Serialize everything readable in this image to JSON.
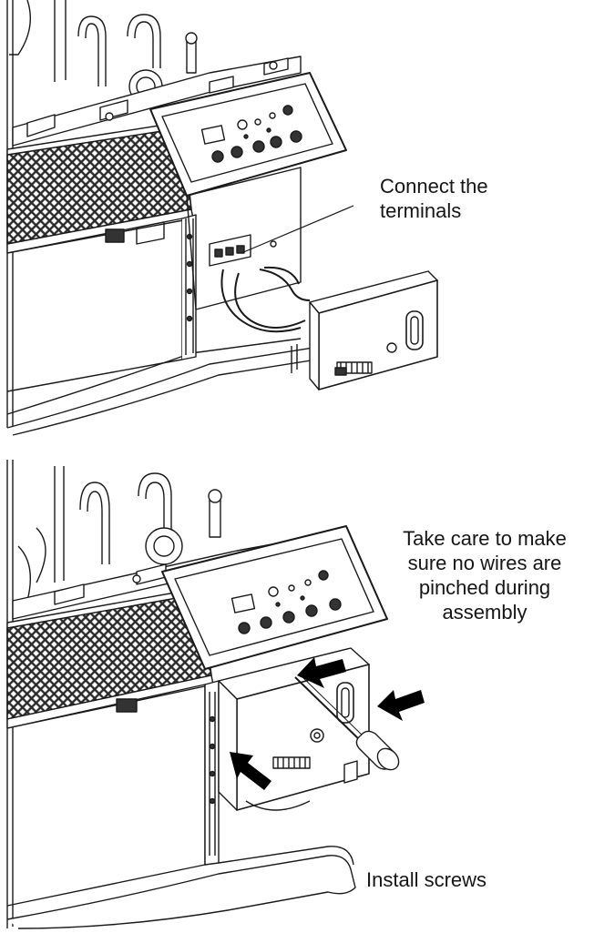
{
  "callouts": {
    "connect_terminals": "Connect the\nterminals",
    "take_care": "Take care to make\nsure no wires are\npinched during\nassembly",
    "install_screws": "Install screws"
  },
  "colors": {
    "line": "#1a1a1a",
    "fill": "#ffffff",
    "shade": "#d9d9d9",
    "dark": "#2a2a2a",
    "arrow": "#000000"
  },
  "icons": [
    "arrow-icon",
    "screwdriver-icon"
  ]
}
